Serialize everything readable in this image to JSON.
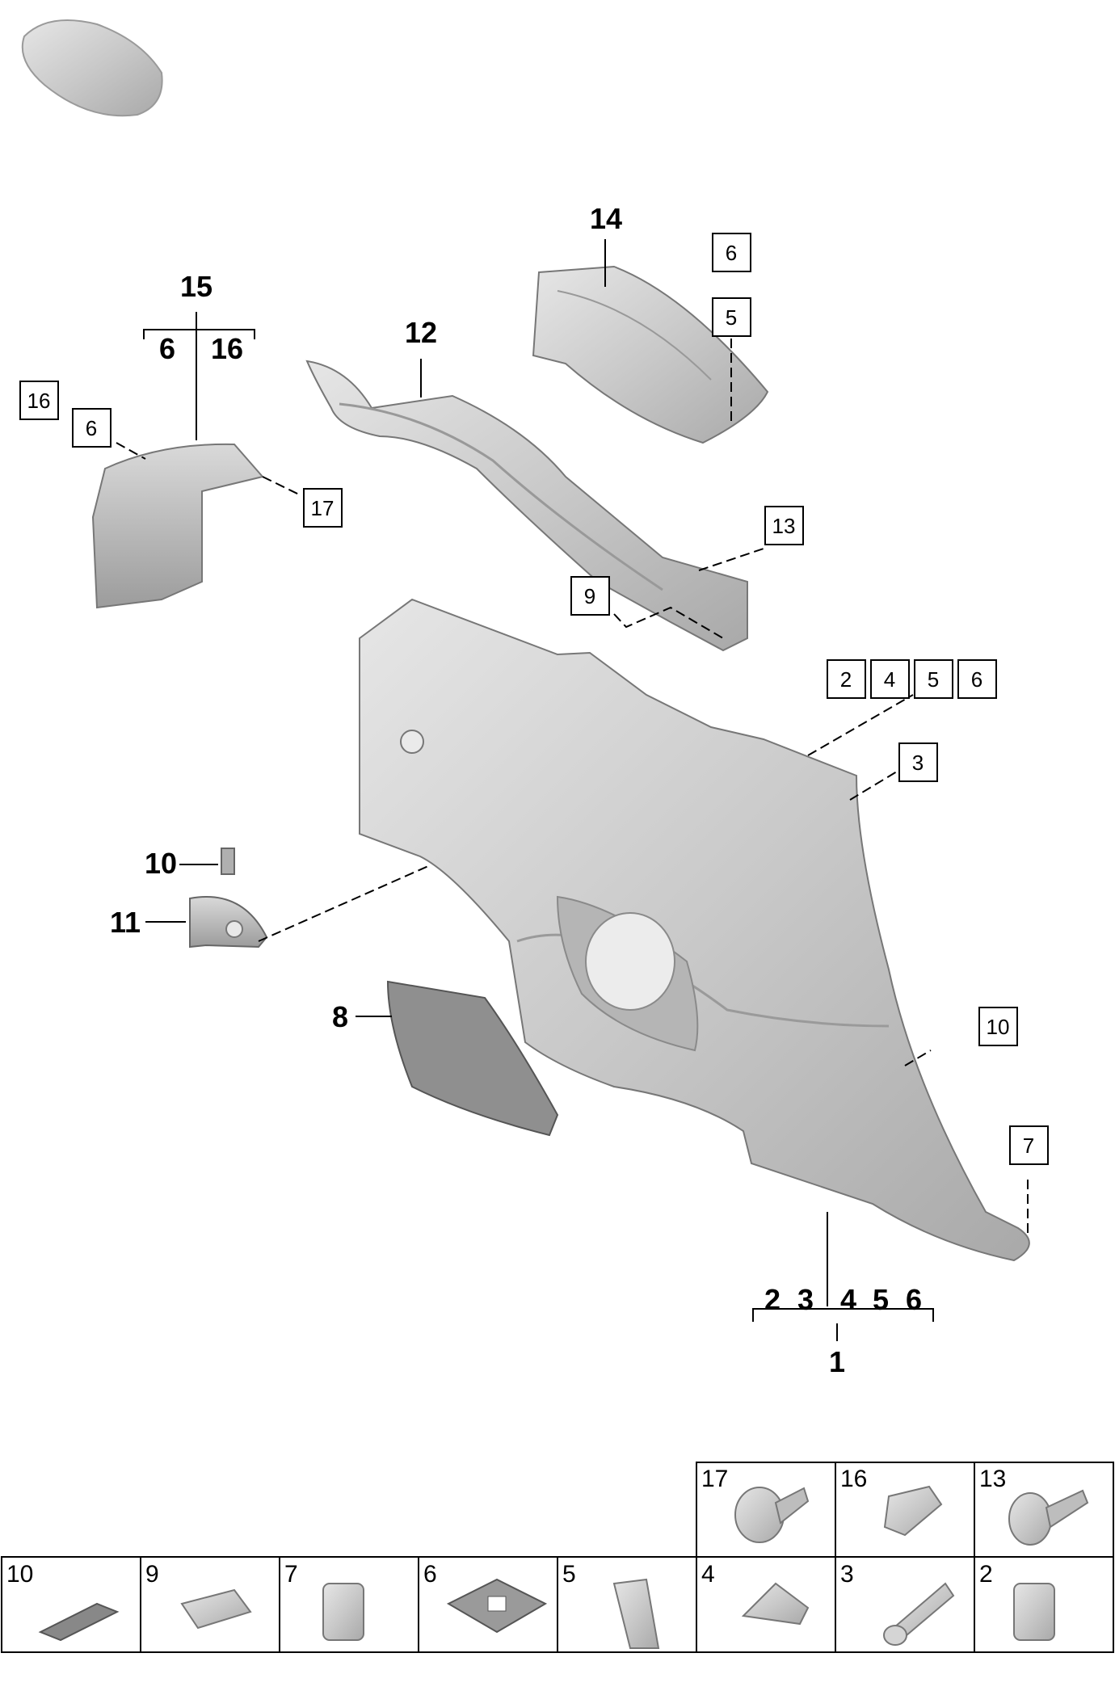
{
  "callouts": {
    "c1": "1",
    "c2": "2",
    "c3": "3",
    "c4": "4",
    "c5": "5",
    "c6": "6",
    "c8": "8",
    "c10": "10",
    "c11": "11",
    "c12": "12",
    "c14": "14",
    "c15": "15",
    "c15_6": "6",
    "c15_16": "16"
  },
  "box_labels": {
    "b6_top": "6",
    "b5_top": "5",
    "b16_left": "16",
    "b6_left": "6",
    "b17": "17",
    "b13": "13",
    "b9": "9",
    "b2": "2",
    "b4": "4",
    "b5": "5",
    "b6": "6",
    "b3": "3",
    "b10": "10",
    "b7": "7"
  },
  "parts_table": {
    "top_row": [
      "17",
      "16",
      "13"
    ],
    "bottom_row": [
      "10",
      "9",
      "7",
      "6",
      "5",
      "4",
      "3",
      "2"
    ]
  },
  "colors": {
    "part_fill": "#c8c8c8",
    "part_dark": "#9a9a9a",
    "line": "#000000"
  }
}
